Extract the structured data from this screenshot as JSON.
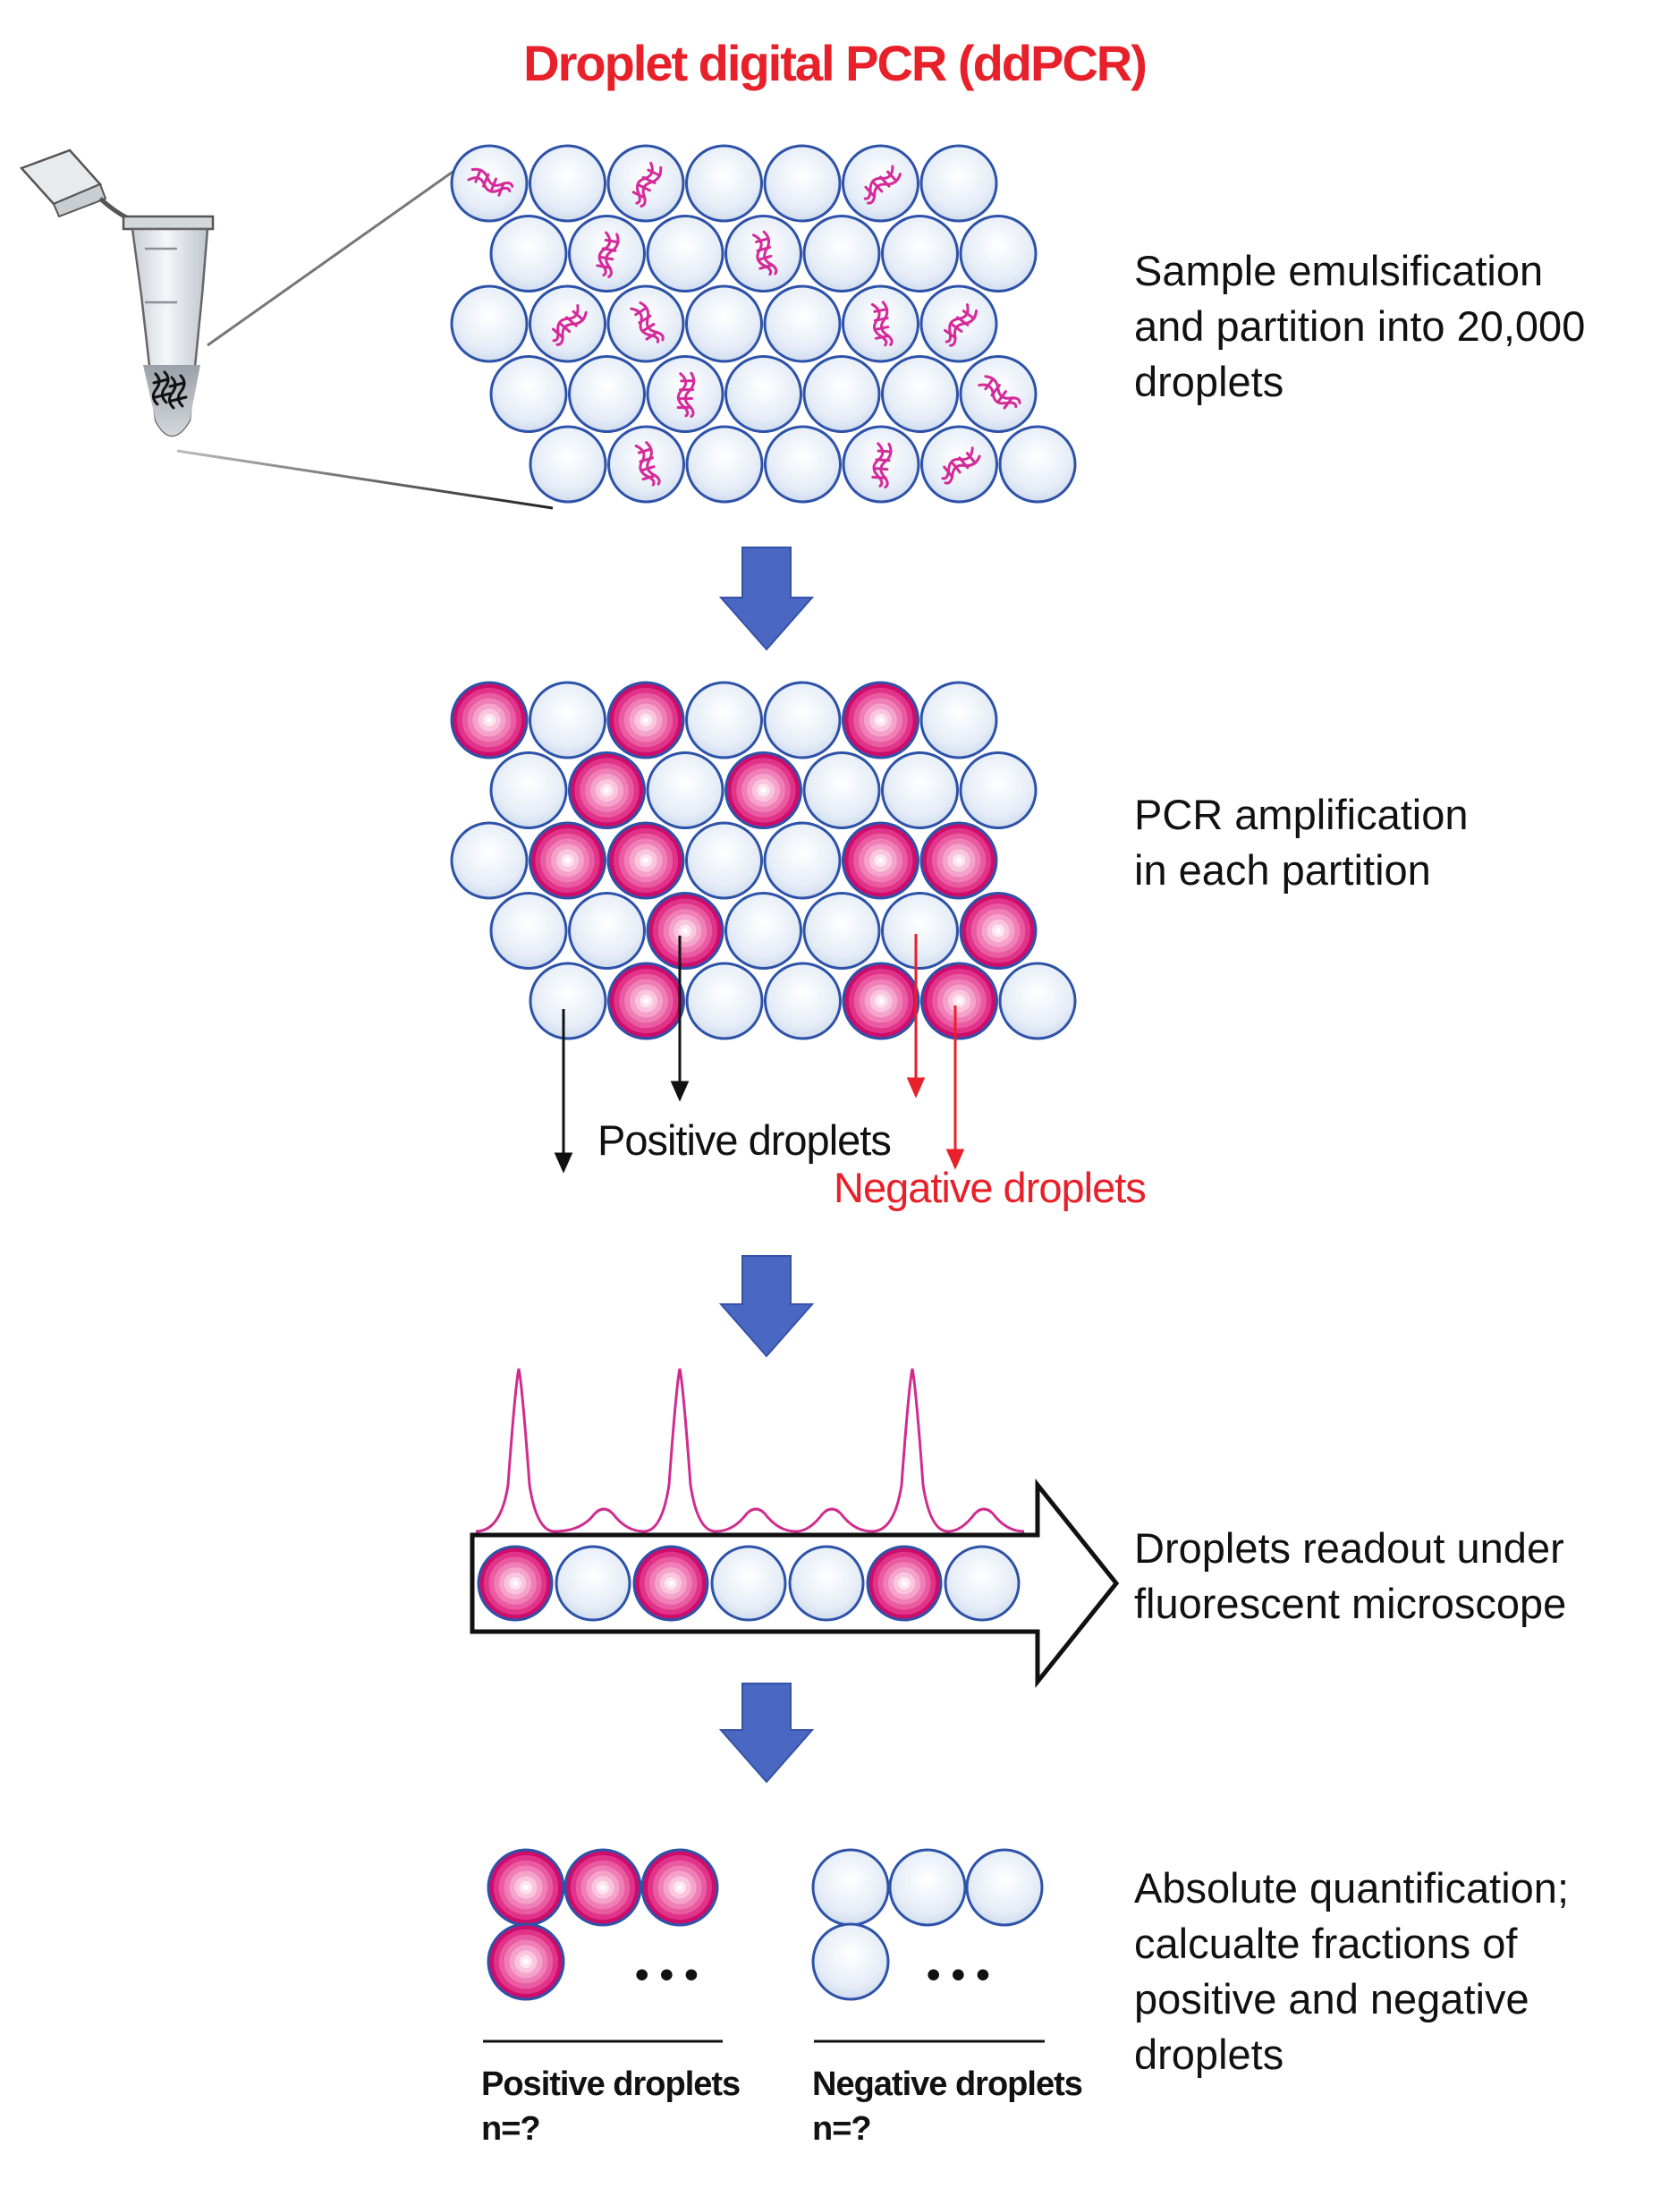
{
  "title": "Droplet digital PCR (ddPCR)",
  "steps": {
    "emulsification": "Sample emulsification\nand partition into 20,000\ndroplets",
    "amplification": "PCR amplification\nin each partition",
    "readout": "Droplets readout under\nfluorescent microscope",
    "quantification": "Absolute quantification;\ncalcualte fractions of\npositive and negative\ndroplets"
  },
  "legend": {
    "positive": "Positive droplets",
    "negative": "Negative droplets"
  },
  "groups": {
    "positive": {
      "label": "Positive droplets",
      "count": "n=?",
      "ellipsis": "• • •"
    },
    "negative": {
      "label": "Negative droplets",
      "count": "n=?",
      "ellipsis": "• • •"
    }
  },
  "grid": {
    "rows": [
      [
        1,
        0,
        1,
        0,
        0,
        1,
        0
      ],
      [
        0,
        1,
        0,
        1,
        0,
        0,
        0
      ],
      [
        0,
        1,
        1,
        0,
        0,
        1,
        1
      ],
      [
        0,
        0,
        1,
        0,
        0,
        0,
        1
      ],
      [
        0,
        1,
        0,
        0,
        1,
        1,
        0
      ]
    ]
  },
  "readout": [
    1,
    0,
    1,
    0,
    0,
    1,
    0
  ],
  "quant": {
    "positive_shown": 4,
    "negative_shown": 4
  },
  "colors": {
    "title": "#e8202a",
    "negative_label": "#e8202a",
    "arrow_fill": "#4a67c2",
    "droplet_stroke": "#2d52a8",
    "droplet_fill": "#dde6f4",
    "positive_core": "#e0147a",
    "dna": "#d42a9a",
    "trace": "#d02c90"
  }
}
